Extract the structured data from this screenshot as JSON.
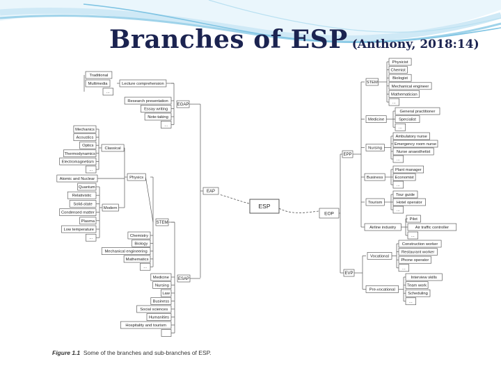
{
  "title": "Branches of ESP",
  "citation": "(Anthony, 2018:14)",
  "caption": {
    "figure": "Figure 1.1",
    "text": "Some of the branches and sub-branches of ESP."
  },
  "colors": {
    "title": "#1b2350",
    "swoosh_dark": "#7fc4e3",
    "swoosh_light": "#cfe9f6",
    "box_stroke": "#444444",
    "line": "#555555"
  },
  "diagram": {
    "root": "ESP",
    "left": {
      "EAP": {
        "EGAP": {
          "groups": [
            [
              "Traditional",
              "Multimedia",
              "..."
            ],
            [
              "Lecture comprehension"
            ]
          ],
          "items": [
            "Research presentation",
            "Essay writing",
            "Note-taking",
            "..."
          ]
        },
        "ESAP": {
          "STEM": {
            "Physics": {
              "Classical": [
                "Mechanics",
                "Acoustics",
                "Optics",
                "Thermodynamics",
                "Electromagnetism",
                "..."
              ],
              "Atomic": "Atomic and Nuclear",
              "Modern": [
                "Quantum",
                "Relativistic",
                "Solid-state",
                "Condensed matter",
                "Plasma",
                "Low temperature",
                "..."
              ]
            },
            "others": [
              "Chemistry",
              "Biology",
              "Mechanical engineering",
              "Mathematics",
              "..."
            ]
          },
          "subjects": [
            "Medicine",
            "Nursing",
            "Law",
            "Business",
            "Social sciences",
            "Humanities",
            "Hospitality and tourism",
            ""
          ]
        }
      }
    },
    "right": {
      "EOP": {
        "EPP": {
          "STEM": [
            "Physicist",
            "Chemist",
            "Biologist",
            "Mechanical engineer",
            "Mathematician",
            "..."
          ],
          "Medicine": [
            "General practitioner",
            "Specialist",
            "..."
          ],
          "Nursing": [
            "Ambulatory nurse",
            "Emergency room nurse",
            "Nurse anaesthetist",
            "..."
          ],
          "Business": [
            "Plant manager",
            "Economist",
            "..."
          ],
          "Tourism": [
            "Tour guide",
            "Hotel operator",
            "..."
          ],
          "Airline industry": [
            "Pilot",
            "Air traffic controller",
            "..."
          ]
        },
        "EVP": {
          "Vocational": [
            "Construction worker",
            "Restaurant worker",
            "Phone operator",
            "..."
          ],
          "Pre-vocational": [
            "Interview skills",
            "Team work",
            "Scheduling",
            "..."
          ]
        }
      }
    }
  }
}
